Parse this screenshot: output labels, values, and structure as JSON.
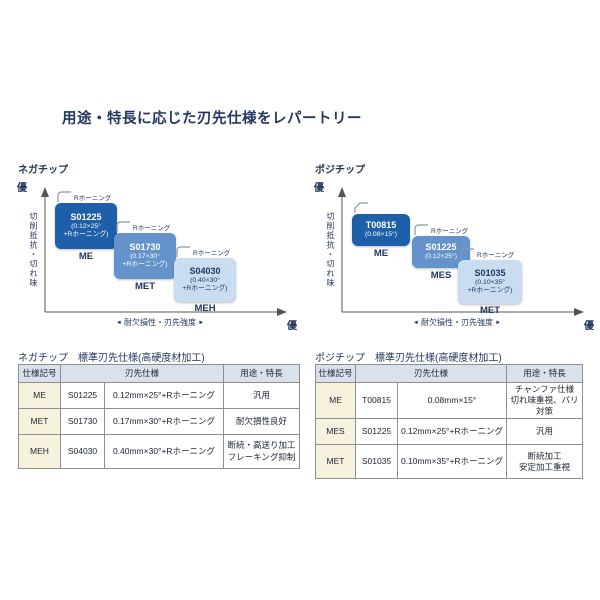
{
  "page": {
    "title": "用途・特長に応じた刃先仕様をレパートリー"
  },
  "charts": [
    {
      "section_label": "ネガチップ",
      "y_top_label": "優",
      "y_axis_label": "切削抵抗・切れ味",
      "x_axis_label": "耐欠損性・刃先強度",
      "x_right_label": "優",
      "boxes": [
        {
          "hone_label": "Rホーニング",
          "code": "S01225",
          "spec": "(0.12×25°\n+Rホーニング)",
          "grade": "ME"
        },
        {
          "hone_label": "Rホーニング",
          "code": "S01730",
          "spec": "(0.17×30°\n+Rホーニング)",
          "grade": "MET"
        },
        {
          "hone_label": "Rホーニング",
          "code": "S04030",
          "spec": "(0.40×30°\n+Rホーニング)",
          "grade": "MEH"
        }
      ]
    },
    {
      "section_label": "ポジチップ",
      "y_top_label": "優",
      "y_axis_label": "切削抵抗・切れ味",
      "x_axis_label": "耐欠損性・刃先強度",
      "x_right_label": "優",
      "boxes": [
        {
          "hone_label": "",
          "code": "T00815",
          "spec": "(0.08×15°)",
          "grade": "ME"
        },
        {
          "hone_label": "Rホーニング",
          "code": "S01225",
          "spec": "(0.12×25°)",
          "grade": "MES"
        },
        {
          "hone_label": "Rホーニング",
          "code": "S01035",
          "spec": "(0.10×35°\n+Rホーニング)",
          "grade": "MET"
        }
      ]
    }
  ],
  "tables": [
    {
      "title": "ネガチップ　標準刃先仕様(高硬度材加工)",
      "headers": {
        "grade": "仕様記号",
        "spec": "刃先仕様",
        "use": "用途・特長"
      },
      "rows": [
        {
          "grade": "ME",
          "code": "S01225",
          "spec": "0.12mm×25°+Rホーニング",
          "use": "汎用"
        },
        {
          "grade": "MET",
          "code": "S01730",
          "spec": "0.17mm×30°+Rホーニング",
          "use": "耐欠損性良好"
        },
        {
          "grade": "MEH",
          "code": "S04030",
          "spec": "0.40mm×30°+Rホーニング",
          "use": "断続・高送り加工\nフレーキング抑制"
        }
      ]
    },
    {
      "title": "ポジチップ　標準刃先仕様(高硬度材加工)",
      "headers": {
        "grade": "仕様記号",
        "spec": "刃先仕様",
        "use": "用途・特長"
      },
      "rows": [
        {
          "grade": "ME",
          "code": "T00815",
          "spec": "0.08mm×15°",
          "use": "チャンファ仕様\n切れ味重視、バリ対策"
        },
        {
          "grade": "MES",
          "code": "S01225",
          "spec": "0.12mm×25°+Rホーニング",
          "use": "汎用"
        },
        {
          "grade": "MET",
          "code": "S01035",
          "spec": "0.10mm×35°+Rホーニング",
          "use": "断続加工\n安定加工重視"
        }
      ]
    }
  ],
  "colors": {
    "box_dark": "#1d5fa8",
    "box_medium": "#6493cc",
    "box_light": "#c9dcf0",
    "navy_text": "#23375c",
    "table_header_bg": "#d9e1ec",
    "grade_column_bg": "#f7f2de"
  }
}
